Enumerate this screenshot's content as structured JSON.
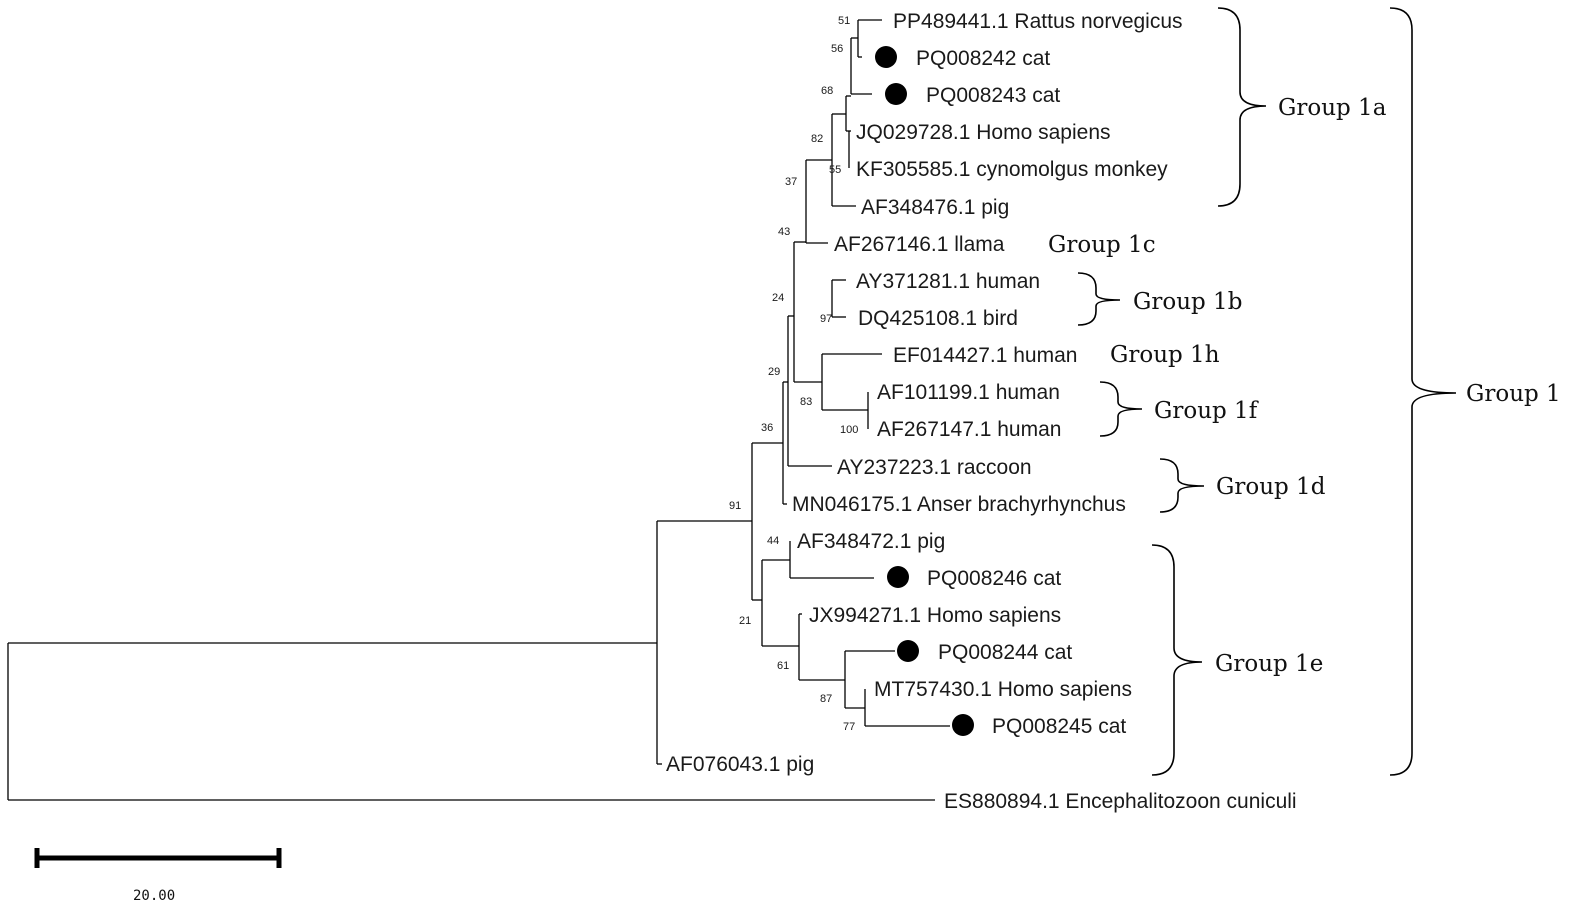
{
  "taxa": [
    {
      "id": "t1",
      "label": "PP489441.1 Rattus norvegicus",
      "marked": false
    },
    {
      "id": "t2",
      "label": "PQ008242 cat",
      "marked": true
    },
    {
      "id": "t3",
      "label": "PQ008243 cat",
      "marked": true
    },
    {
      "id": "t4",
      "label": "JQ029728.1 Homo sapiens",
      "marked": false
    },
    {
      "id": "t5",
      "label": "KF305585.1 cynomolgus monkey",
      "marked": false
    },
    {
      "id": "t6",
      "label": "AF348476.1 pig",
      "marked": false
    },
    {
      "id": "t7",
      "label": "AF267146.1 llama",
      "marked": false
    },
    {
      "id": "t8",
      "label": "AY371281.1 human",
      "marked": false
    },
    {
      "id": "t9",
      "label": "DQ425108.1 bird",
      "marked": false
    },
    {
      "id": "t10",
      "label": "EF014427.1 human",
      "marked": false
    },
    {
      "id": "t11",
      "label": "AF101199.1 human",
      "marked": false
    },
    {
      "id": "t12",
      "label": "AF267147.1 human",
      "marked": false
    },
    {
      "id": "t13",
      "label": "AY237223.1 raccoon",
      "marked": false
    },
    {
      "id": "t14",
      "label": "MN046175.1 Anser brachyrhynchus",
      "marked": false
    },
    {
      "id": "t15",
      "label": "AF348472.1 pig",
      "marked": false
    },
    {
      "id": "t16",
      "label": "PQ008246 cat",
      "marked": true
    },
    {
      "id": "t17",
      "label": "JX994271.1 Homo sapiens",
      "marked": false
    },
    {
      "id": "t18",
      "label": "PQ008244 cat",
      "marked": true
    },
    {
      "id": "t19",
      "label": "MT757430.1 Homo sapiens",
      "marked": false
    },
    {
      "id": "t20",
      "label": "PQ008245 cat",
      "marked": true
    },
    {
      "id": "t21",
      "label": "AF076043.1 pig",
      "marked": false
    },
    {
      "id": "t22",
      "label": "ES880894.1 Encephalitozoon cuniculi",
      "marked": false
    }
  ],
  "bootstrap_values": [
    "51",
    "56",
    "68",
    "82",
    "55",
    "37",
    "43",
    "24",
    "97",
    "29",
    "83",
    "100",
    "36",
    "91",
    "44",
    "21",
    "61",
    "87",
    "77"
  ],
  "groups": [
    {
      "id": "1a",
      "label": "Group 1a"
    },
    {
      "id": "1c",
      "label": "Group 1c"
    },
    {
      "id": "1b",
      "label": "Group 1b"
    },
    {
      "id": "1h",
      "label": "Group 1h"
    },
    {
      "id": "1f",
      "label": "Group 1f"
    },
    {
      "id": "1d",
      "label": "Group 1d"
    },
    {
      "id": "1e",
      "label": "Group 1e"
    },
    {
      "id": "1",
      "label": "Group 1"
    }
  ],
  "scale_bar": {
    "label": "20.00"
  },
  "marker_shape": "filled-circle",
  "marker_color": "#000000"
}
